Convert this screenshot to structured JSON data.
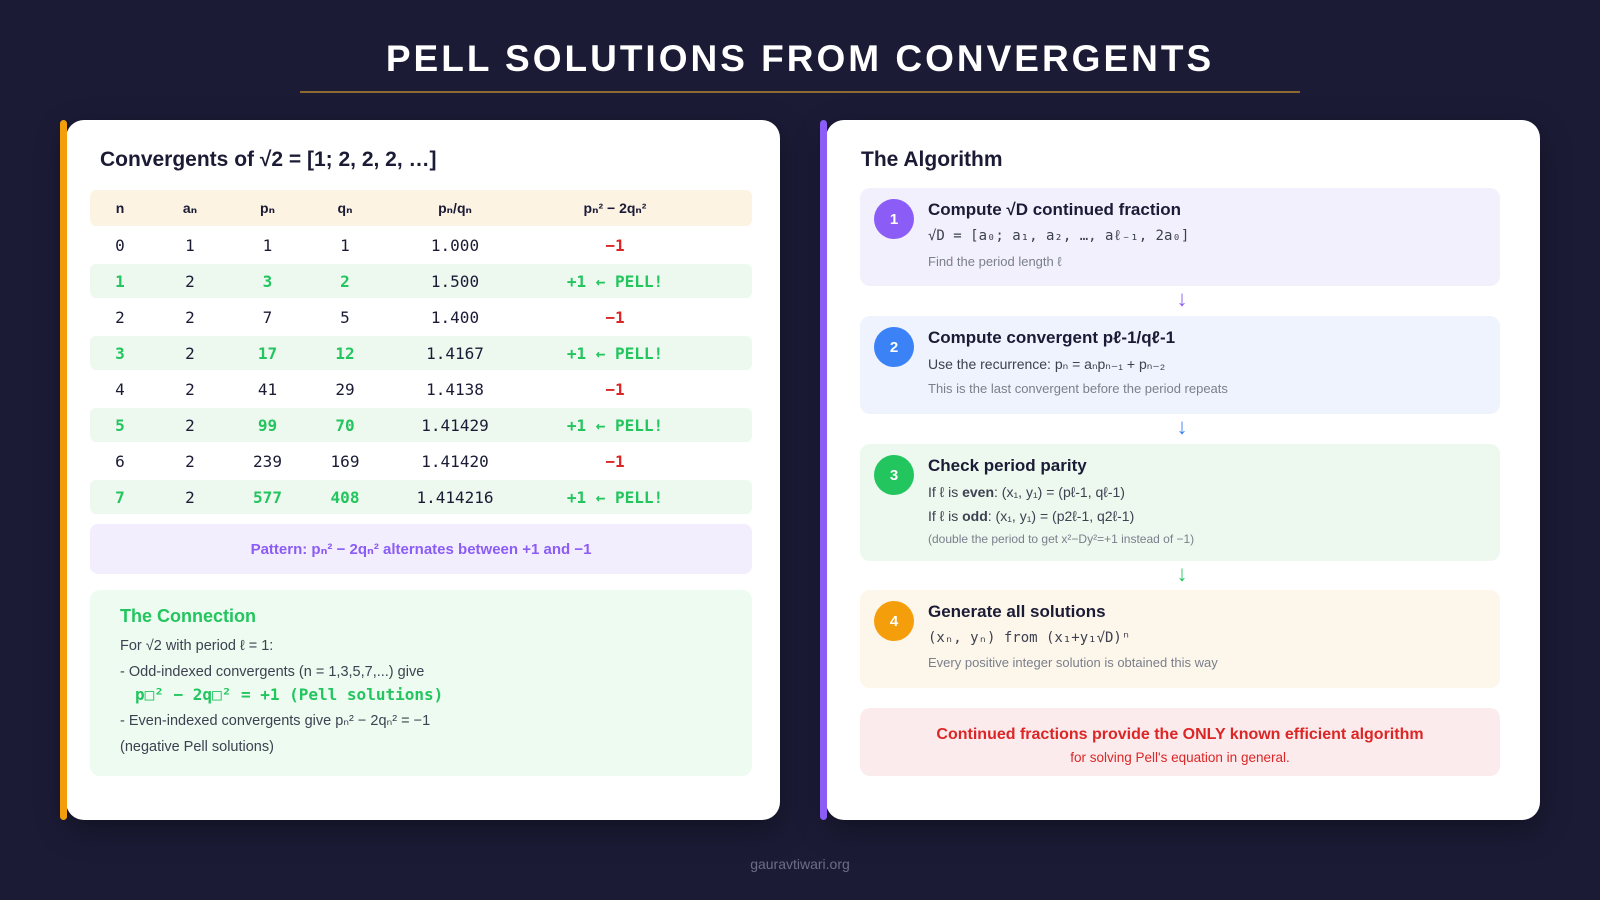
{
  "title": "PELL SOLUTIONS FROM CONVERGENTS",
  "left_card": {
    "heading": "Convergents of √2 = [1; 2, 2, 2, …]",
    "columns": [
      "n",
      "aₙ",
      "pₙ",
      "qₙ",
      "pₙ/qₙ",
      "pₙ² − 2qₙ²"
    ],
    "rows": [
      {
        "n": "0",
        "a": "1",
        "p": "1",
        "q": "1",
        "ratio": "1.000",
        "diff": "−1",
        "pell": false
      },
      {
        "n": "1",
        "a": "2",
        "p": "3",
        "q": "2",
        "ratio": "1.500",
        "diff": "+1 ← PELL!",
        "pell": true
      },
      {
        "n": "2",
        "a": "2",
        "p": "7",
        "q": "5",
        "ratio": "1.400",
        "diff": "−1",
        "pell": false
      },
      {
        "n": "3",
        "a": "2",
        "p": "17",
        "q": "12",
        "ratio": "1.4167",
        "diff": "+1 ← PELL!",
        "pell": true
      },
      {
        "n": "4",
        "a": "2",
        "p": "41",
        "q": "29",
        "ratio": "1.4138",
        "diff": "−1",
        "pell": false
      },
      {
        "n": "5",
        "a": "2",
        "p": "99",
        "q": "70",
        "ratio": "1.41429",
        "diff": "+1 ← PELL!",
        "pell": true
      },
      {
        "n": "6",
        "a": "2",
        "p": "239",
        "q": "169",
        "ratio": "1.41420",
        "diff": "−1",
        "pell": false
      },
      {
        "n": "7",
        "a": "2",
        "p": "577",
        "q": "408",
        "ratio": "1.414216",
        "diff": "+1 ← PELL!",
        "pell": true
      }
    ],
    "pattern": "Pattern: pₙ² − 2qₙ² alternates between +1 and −1",
    "connection": {
      "title": "The Connection",
      "line1": "For √2 with period ℓ = 1:",
      "line2": "- Odd-indexed convergents (n = 1,3,5,7,...) give",
      "code": "p□² − 2q□² = +1 (Pell solutions)",
      "line3": "- Even-indexed convergents give pₙ² − 2qₙ² = −1",
      "line4": "(negative Pell solutions)"
    }
  },
  "right_card": {
    "heading": "The Algorithm",
    "steps": [
      {
        "num": "1",
        "title": "Compute √D continued fraction",
        "mono": "√D = [a₀; a₁, a₂, …, aℓ₋₁, 2a₀]",
        "note": "Find the period length ℓ",
        "color": "#8b5cf6"
      },
      {
        "num": "2",
        "title": "Compute convergent pℓ-1/qℓ-1",
        "text": "Use the recurrence: pₙ = aₙpₙ₋₁ + pₙ₋₂",
        "note": "This is the last convergent before the period repeats",
        "color": "#3b82f6"
      },
      {
        "num": "3",
        "title": "Check period parity",
        "even_prefix": "If ℓ is ",
        "even_word": "even",
        "even_rest": ": (x₁, y₁) = (pℓ-1, qℓ-1)",
        "odd_prefix": "If ℓ is ",
        "odd_word": "odd",
        "odd_rest": ": (x₁, y₁) = (p2ℓ-1, q2ℓ-1)",
        "note": "(double the period to get x²−Dy²=+1 instead of −1)",
        "color": "#22c55e"
      },
      {
        "num": "4",
        "title": "Generate all solutions",
        "mono": "(xₙ, yₙ) from (x₁+y₁√D)ⁿ",
        "note": "Every positive integer solution is obtained this way",
        "color": "#f59e0b"
      }
    ],
    "arrows": [
      "↓",
      "↓",
      "↓"
    ],
    "conclusion": {
      "main": "Continued fractions provide the ONLY known efficient algorithm",
      "sub": "for solving Pell's equation in general."
    }
  },
  "footer": "gauravtiwari.org"
}
